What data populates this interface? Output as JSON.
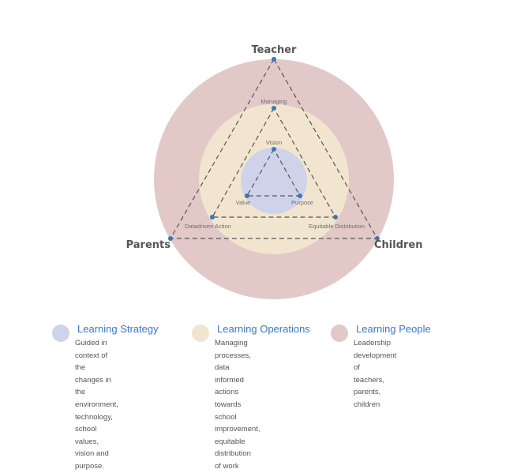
{
  "diagram": {
    "vertices": {
      "top": "Teacher",
      "left": "Parents",
      "right": "Children"
    },
    "middle_nodes": {
      "top": "Managing",
      "left": "Datadriven Action",
      "right": "Equitable Distribution"
    },
    "inner_nodes": {
      "top": "Vision",
      "left": "Value",
      "right": "Purpose"
    }
  },
  "legend": [
    {
      "title": "Learning Strategy",
      "description": "Guided in context of the\nchanges in the environment,\ntechnology, school values,\nvision and purpose.",
      "color": "#cfd3ea"
    },
    {
      "title": "Learning Operations",
      "description": "Managing processes, data\ninformed actions towards\nschool improvement,\nequitable distribution\nof work",
      "color": "#f2e5cf"
    },
    {
      "title": "Learning People",
      "description": "Leadership development of\nteachers, parents,\nchildren",
      "color": "#e2c9c8"
    }
  ],
  "colors": {
    "outer_circle": "#e2c9c8",
    "middle_circle": "#f2e5cf",
    "inner_circle": "#cfd3ea",
    "node_dot": "#3f74b6",
    "dashed_line": "#555555",
    "legend_title": "#3a78c2"
  }
}
